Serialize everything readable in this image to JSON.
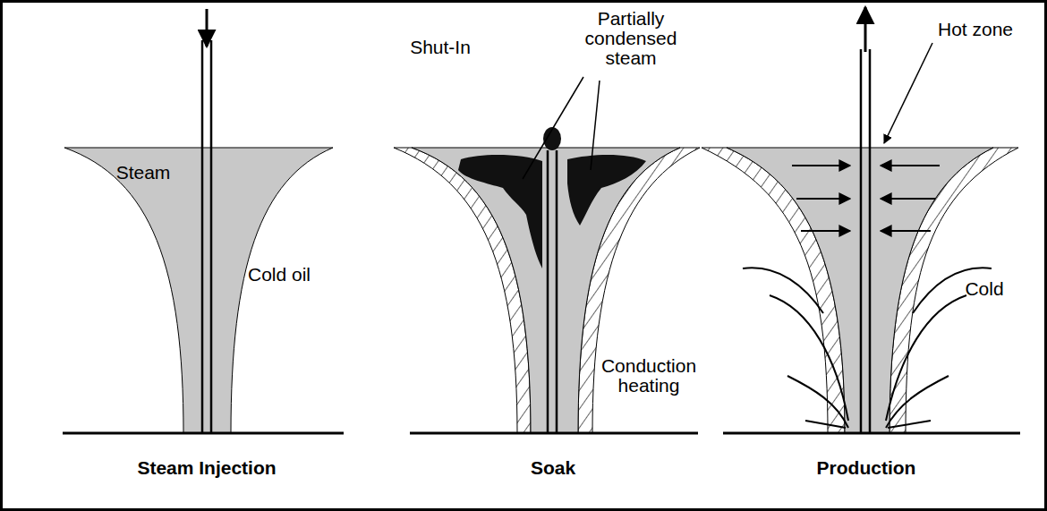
{
  "diagram": {
    "labels": [
      "Steam",
      "Cold oil",
      "Shut-In",
      "Partially condensed steam",
      "Conduction heating",
      "Hot zone",
      "Cold",
      "Steam Injection",
      "Soak",
      "Production"
    ]
  }
}
